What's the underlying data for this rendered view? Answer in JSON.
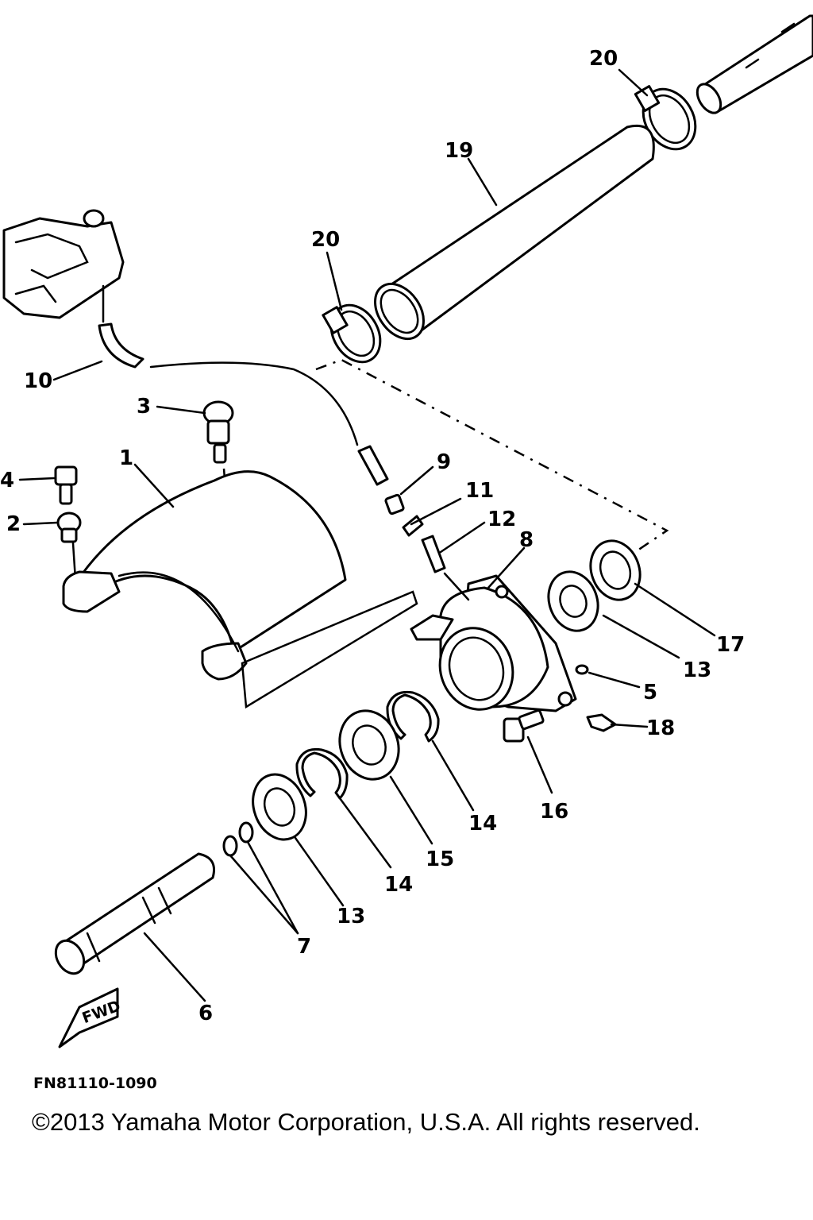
{
  "diagram": {
    "drawing_code": "FN81110-1090",
    "fwd_label": "FWD",
    "callouts": [
      "1",
      "2",
      "3",
      "4",
      "5",
      "6",
      "7",
      "8",
      "9",
      "10",
      "11",
      "12",
      "13",
      "13",
      "14",
      "14",
      "15",
      "16",
      "17",
      "18",
      "19",
      "20",
      "20"
    ]
  },
  "footer": {
    "copyright": "©2013 Yamaha Motor Corporation, U.S.A. All rights reserved."
  }
}
